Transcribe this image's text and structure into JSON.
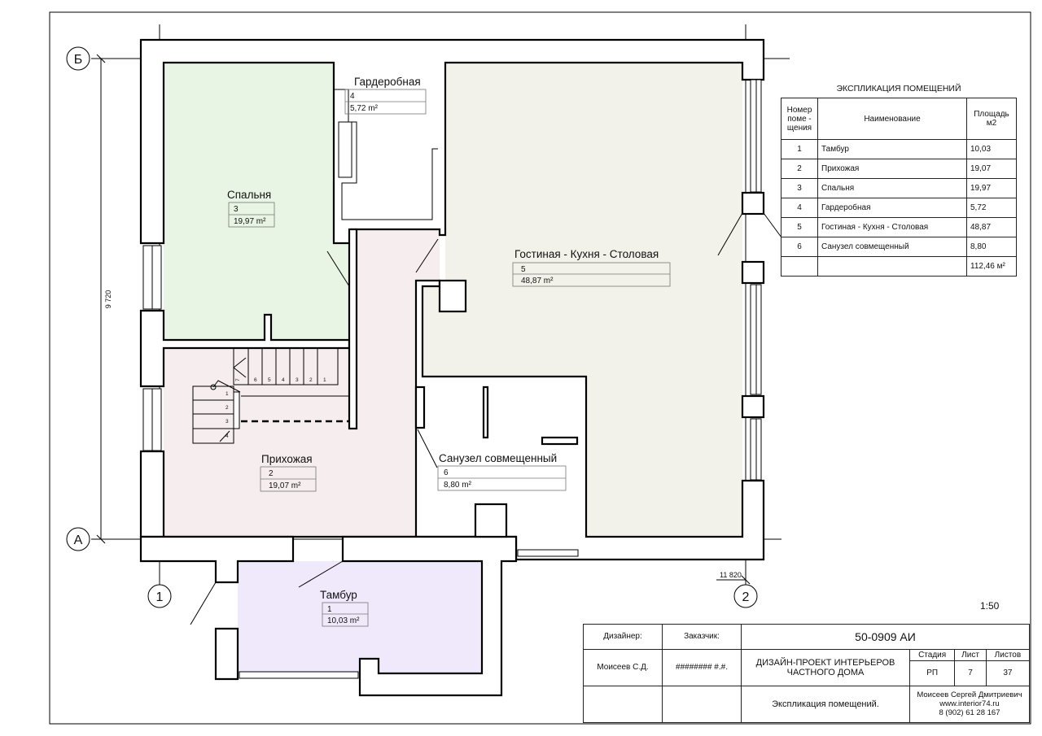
{
  "axes": {
    "rows": [
      "Б",
      "А"
    ],
    "cols": [
      "1",
      "2"
    ],
    "dim_vertical": "9 720",
    "dim_horizontal": "11 820"
  },
  "rooms": [
    {
      "id": "1",
      "name": "Тамбур",
      "area": "10,03 m²",
      "color": "#f0e8fb"
    },
    {
      "id": "2",
      "name": "Прихожая",
      "area": "19,07 m²",
      "color": "#f6eeee"
    },
    {
      "id": "3",
      "name": "Спальня",
      "area": "19,97 m²",
      "color": "#e8f5e4"
    },
    {
      "id": "4",
      "name": "Гардеробная",
      "area": "5,72 m²",
      "color": "#ececec"
    },
    {
      "id": "5",
      "name": "Гостиная - Кухня - Столовая",
      "area": "48,87 m²",
      "color": "#f2f2ea"
    },
    {
      "id": "6",
      "name": "Санузел совмещенный",
      "area": "8,80 m²",
      "color": "#e7e9fb"
    }
  ],
  "stair_steps": {
    "upper": [
      "7",
      "6",
      "5",
      "4",
      "3",
      "2",
      "1"
    ],
    "lower": [
      "1",
      "2",
      "3",
      "4"
    ]
  },
  "explication": {
    "title": "ЭКСПЛИКАЦИЯ ПОМЕЩЕНИЙ",
    "col_num": "Номер поме - щения",
    "col_name": "Наименование",
    "col_area": "Площадь м2",
    "rows": [
      {
        "num": "1",
        "name": "Тамбур",
        "area": "10,03"
      },
      {
        "num": "2",
        "name": "Прихожая",
        "area": "19,07"
      },
      {
        "num": "3",
        "name": "Спальня",
        "area": "19,97"
      },
      {
        "num": "4",
        "name": "Гардеробная",
        "area": "5,72"
      },
      {
        "num": "5",
        "name": "Гостиная - Кухня - Столовая",
        "area": "48,87"
      },
      {
        "num": "6",
        "name": "Санузел совмещенный",
        "area": "8,80"
      }
    ],
    "total": "112,46 м²"
  },
  "scale": "1:50",
  "title_block": {
    "designer_label": "Дизайнер:",
    "customer_label": "Заказчик:",
    "designer_name": "Моисеев С.Д.",
    "customer_name": "######## #.#.",
    "project_code": "50-0909 АИ",
    "project_title": "ДИЗАЙН-ПРОЕКТ ИНТЕРЬЕРОВ ЧАСТНОГО ДОМА",
    "stage_label": "Стадия",
    "sheet_label": "Лист",
    "sheets_label": "Листов",
    "stage": "РП",
    "sheet": "7",
    "sheets": "37",
    "sheet_title": "Экспликация помещений.",
    "author_name": "Моисеев Сергей Дмитриевич",
    "author_site": "www.interior74.ru",
    "author_phone": "8 (902) 61 28 167"
  }
}
